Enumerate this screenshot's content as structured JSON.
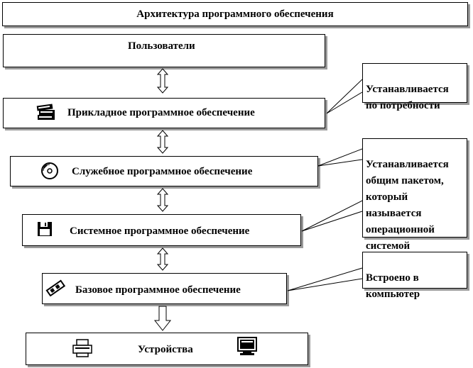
{
  "title": "Архитектура программного обеспечения",
  "layers": {
    "users": "Пользователи",
    "applied": "Прикладное программное обеспечение",
    "service": "Служебное программное обеспечение",
    "system": "Системное программное обеспечение",
    "base": "Базовое программное обеспечение",
    "devices": "Устройства"
  },
  "callouts": {
    "applied_note": "Устанавливается\nпо потребности",
    "os_note": "Устанавливается\nобщим пакетом,\nкоторый\nназывается\nоперационной\nсистемой",
    "base_note": "Встроено в\nкомпьютер"
  },
  "icons": {
    "applied": "books-icon",
    "service": "disc-icon",
    "system": "floppy-disk-icon",
    "base": "chip-icon",
    "devices_left": "printer-icon",
    "devices_right": "monitor-icon"
  }
}
